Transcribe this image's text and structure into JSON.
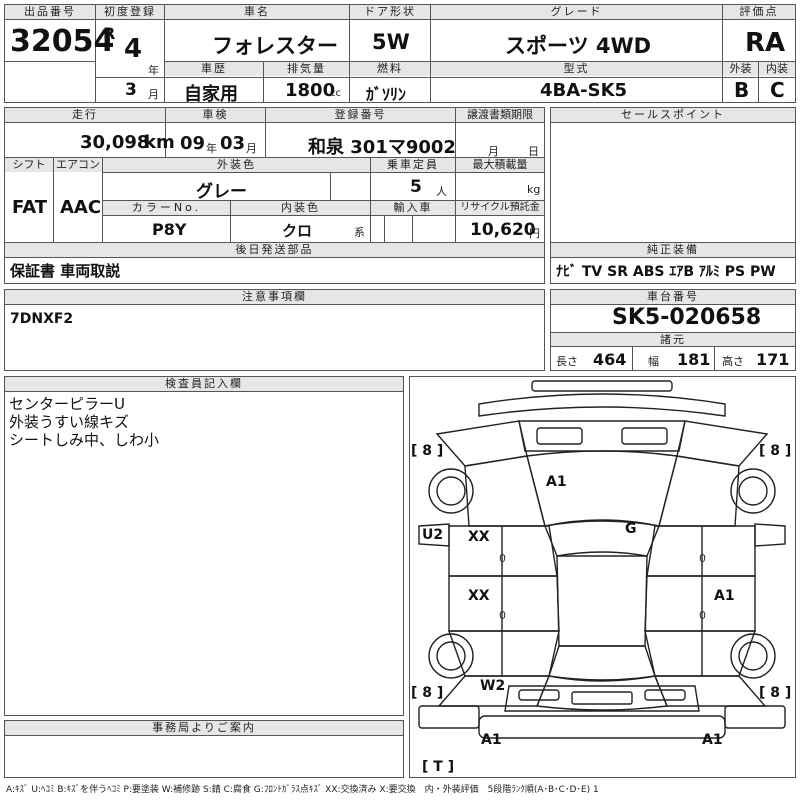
{
  "header_labels": {
    "lot_no": "出品番号",
    "first_reg": "初度登録",
    "car_name": "車名",
    "door": "ドア形状",
    "grade": "グレード",
    "score": "評価点",
    "history": "車歴",
    "displacement": "排気量",
    "fuel": "燃料",
    "model_type": "型式",
    "exterior": "外装",
    "interior": "内装",
    "mileage": "走行",
    "inspection": "車検",
    "registration_no": "登録番号",
    "transfer_deadline": "譲渡書類期限",
    "sales_points": "セールスポイント",
    "shift": "シフト",
    "aircon": "エアコン",
    "ext_color": "外装色",
    "capacity": "乗車定員",
    "max_load": "最大積載量",
    "color_no": "カラーNo.",
    "int_color": "内装色",
    "import": "輸入車",
    "recycle": "リサイクル預託金",
    "later_parts": "後日発送部品",
    "genuine_equipment": "純正装備",
    "notes": "注意事項欄",
    "chassis_no": "車台番号",
    "dimensions": "諸元",
    "inspector": "検査員記入欄",
    "office_notice": "事務局よりご案内"
  },
  "vehicle": {
    "lot_no": "32054",
    "era": "R",
    "year": "4",
    "year_unit": "年",
    "month": "3",
    "month_unit": "月",
    "car_name": "フォレスター",
    "door": "5W",
    "grade": "スポーツ 4WD",
    "score": "RA",
    "history": "自家用",
    "displacement": "1800",
    "displacement_unit": "cc",
    "fuel": "ｶﾞｿﾘﾝ",
    "model_type": "4BA-SK5",
    "exterior_grade": "B",
    "interior_grade": "C",
    "mileage": "30,098",
    "mileage_unit": "km",
    "inspection_year": "09",
    "inspection_year_unit": "年",
    "inspection_month": "03",
    "inspection_month_unit": "月",
    "registration_no": "和泉 301マ9002",
    "transfer_month_unit": "月",
    "transfer_day_unit": "日",
    "shift": "FAT",
    "aircon": "AAC",
    "ext_color": "グレー",
    "capacity": "5",
    "capacity_unit": "人",
    "max_load_unit": "kg",
    "color_no": "P8Y",
    "int_color": "クロ",
    "int_color_suffix": "系",
    "recycle": "10,620",
    "recycle_unit": "円",
    "later_parts": "保証書 車両取説",
    "genuine_equipment": "ﾅﾋﾞ  TV  SR  ABS  ｴｱB  ｱﾙﾐ  PS  PW",
    "notes": "7DNXF2",
    "chassis_no": "SK5-020658",
    "length_label": "長さ",
    "length": "464",
    "width_label": "幅",
    "width": "181",
    "height_label": "高さ",
    "height": "171"
  },
  "inspector_lines": [
    "センターピラーU",
    "外装うすい線キズ",
    "シートしみ中、しわ小"
  ],
  "diagram_marks": {
    "a1_hood": "A1",
    "g_glass": "G",
    "u2_left": "U2",
    "xx_front_left": "XX",
    "xx_rear_left": "XX",
    "a1_right": "A1",
    "w2_rear": "W2",
    "a1_bottom_left": "A1",
    "a1_bottom_right": "A1",
    "tire_tl": "[ 8 ]",
    "tire_tr": "[ 8 ]",
    "tire_bl": "[ 8 ]",
    "tire_br": "[ 8 ]",
    "spare": "[ T ]",
    "zero1": "0",
    "zero2": "0",
    "zero3": "0",
    "zero4": "0"
  },
  "legend": "A:ｷｽﾞ U:ﾍｺﾐ B:ｷｽﾞを伴うﾍｺﾐ P:要塗装 W:補修跡 S:錆 C:腐食 G:ﾌﾛﾝﾄｶﾞﾗｽ点ｷｽﾞ XX:交換済み X:要交換　内・外装評価　5段階ﾗﾝｸ順(A･B･C･D･E) 1"
}
